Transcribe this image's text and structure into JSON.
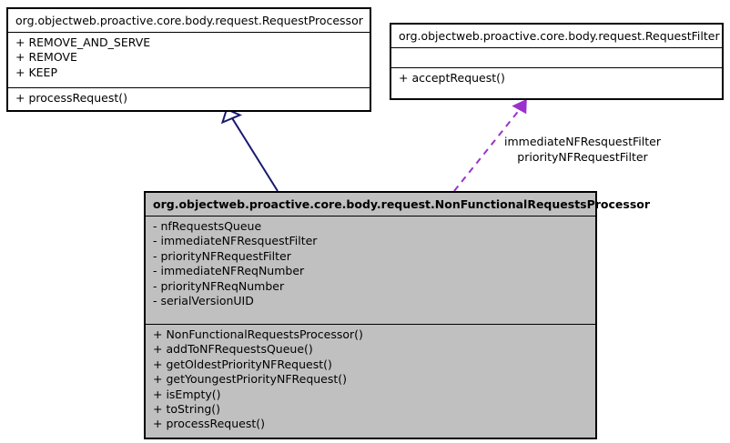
{
  "diagram": {
    "type": "uml-class-diagram",
    "background": "#ffffff",
    "colors": {
      "box_border": "#000000",
      "box_fill_plain": "#ffffff",
      "box_fill_highlight": "#c0c0c0",
      "inheritance_edge": "#191970",
      "dependency_edge": "#9a32cd",
      "text": "#000000"
    }
  },
  "classes": {
    "request_processor": {
      "name": "org.objectweb.proactive.core.body.request.RequestProcessor",
      "attributes": [
        "+ REMOVE_AND_SERVE",
        "+ REMOVE",
        "+ KEEP"
      ],
      "methods": [
        "+ processRequest()"
      ]
    },
    "request_filter": {
      "name": "org.objectweb.proactive.core.body.request.RequestFilter",
      "attributes": [],
      "methods": [
        "+ acceptRequest()"
      ]
    },
    "non_functional_requests_processor": {
      "name": "org.objectweb.proactive.core.body.request.NonFunctionalRequestsProcessor",
      "attributes": [
        "- nfRequestsQueue",
        "- immediateNFResquestFilter",
        "- priorityNFRequestFilter",
        "- immediateNFReqNumber",
        "- priorityNFReqNumber",
        "- serialVersionUID"
      ],
      "methods": [
        "+ NonFunctionalRequestsProcessor()",
        "+ addToNFRequestsQueue()",
        "+ getOldestPriorityNFRequest()",
        "+ getYoungestPriorityNFRequest()",
        "+ isEmpty()",
        "+ toString()",
        "+ processRequest()"
      ]
    }
  },
  "edges": {
    "inheritance": {
      "kind": "generalization",
      "from": "non_functional_requests_processor",
      "to": "request_processor",
      "label": ""
    },
    "dependency": {
      "kind": "dependency",
      "from": "non_functional_requests_processor",
      "to": "request_filter",
      "label_line1": "immediateNFResquestFilter",
      "label_line2": "priorityNFRequestFilter"
    }
  }
}
